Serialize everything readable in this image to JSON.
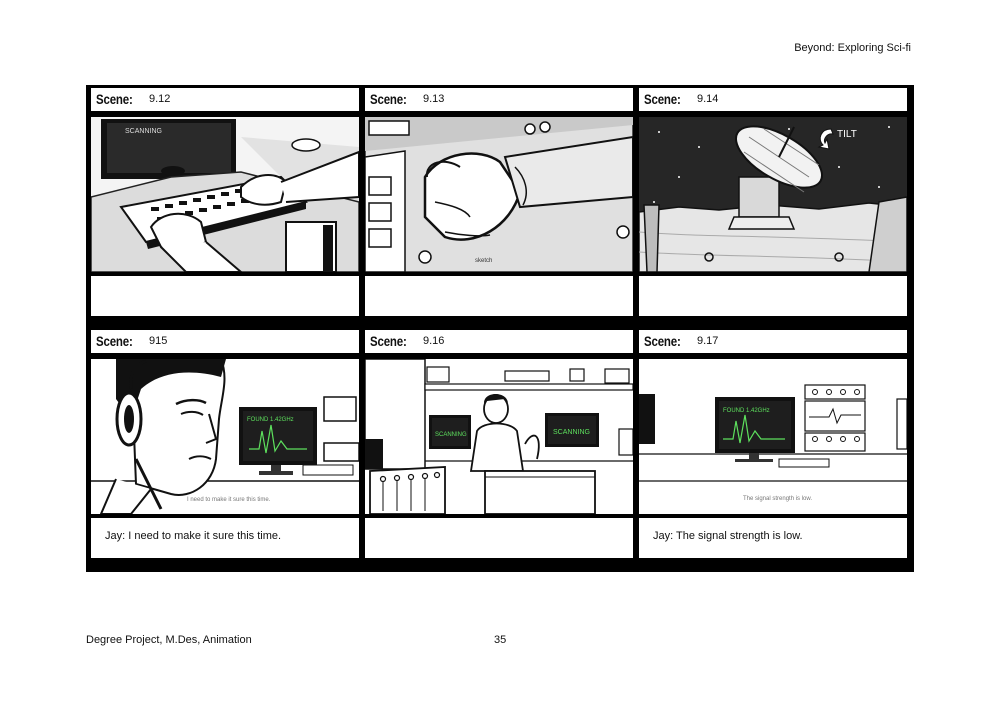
{
  "header": {
    "title": "Beyond: Exploring Sci-fi"
  },
  "footer": {
    "left": "Degree Project, M.Des, Animation",
    "page_number": "35"
  },
  "scene_label": "Scene:",
  "panels": [
    {
      "number": "9.12",
      "screen_text": "SCANNING",
      "caption": ""
    },
    {
      "number": "9.13",
      "caption": ""
    },
    {
      "number": "9.14",
      "annotation": "TILT",
      "caption": ""
    },
    {
      "number": "915",
      "monitor_text": "FOUND 1.42GHz",
      "subtitle": "I need to make it sure this time.",
      "caption": "Jay: I need to make it sure this time."
    },
    {
      "number": "9.16",
      "monitor_left": "SCANNING",
      "monitor_right": "SCANNING",
      "caption": ""
    },
    {
      "number": "9.17",
      "monitor_text": "FOUND 1.42GHz",
      "subtitle": "The signal strength is low.",
      "caption": "Jay: The signal strength is low."
    }
  ]
}
